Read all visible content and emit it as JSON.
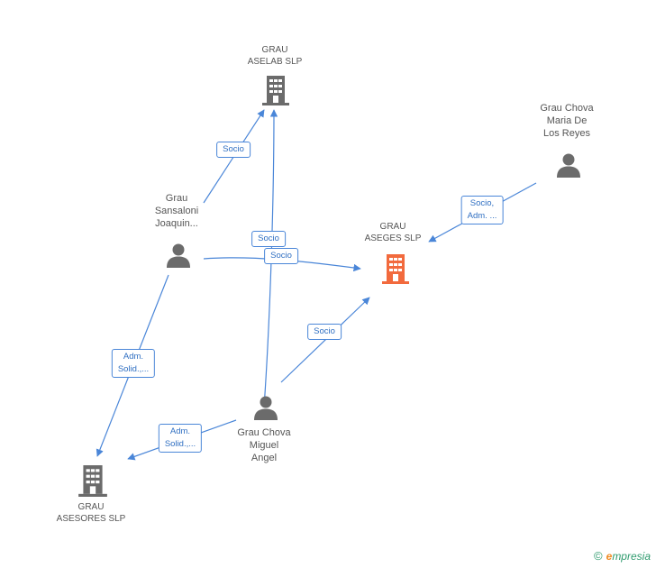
{
  "colors": {
    "edge": "#4a86d8",
    "company_default": "#6b6b6b",
    "company_highlight": "#f26a3d",
    "person": "#6b6b6b"
  },
  "nodes": {
    "grau_aselab": {
      "label": "GRAU\nASELAB SLP",
      "type": "company",
      "icon": "building-icon"
    },
    "grau_aseges": {
      "label": "GRAU\nASEGES SLP",
      "type": "company",
      "highlight": true,
      "icon": "building-icon"
    },
    "grau_asesores": {
      "label": "GRAU\nASESORES SLP",
      "type": "company",
      "icon": "building-icon"
    },
    "grau_chova_maria": {
      "label": "Grau Chova\nMaria De\nLos Reyes",
      "type": "person",
      "icon": "person-icon"
    },
    "grau_sansaloni": {
      "label": "Grau\nSansaloni\nJoaquin...",
      "type": "person",
      "icon": "person-icon"
    },
    "grau_chova_miguel": {
      "label": "Grau Chova\nMiguel\nAngel",
      "type": "person",
      "icon": "person-icon"
    }
  },
  "edges": [
    {
      "id": "e1",
      "label": "Socio"
    },
    {
      "id": "e2",
      "label": "Socio,\nAdm. ..."
    },
    {
      "id": "e3",
      "label": "Socio"
    },
    {
      "id": "e4",
      "label": "Socio"
    },
    {
      "id": "e5",
      "label": "Socio"
    },
    {
      "id": "e6",
      "label": "Adm.\nSolid.,..."
    },
    {
      "id": "e7",
      "label": "Adm.\nSolid.,..."
    }
  ],
  "footer": {
    "copyright": "©",
    "brand_first": "e",
    "brand_rest": "mpresia"
  }
}
